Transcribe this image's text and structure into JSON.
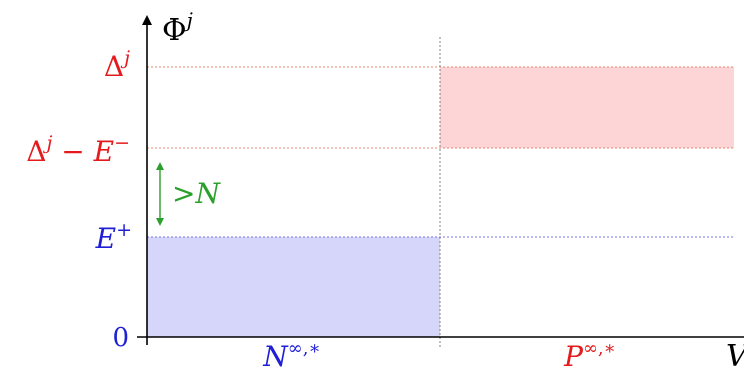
{
  "axes": {
    "y_label_base": "Φ",
    "y_label_sup": "j",
    "x_label": "V"
  },
  "y_ticks": [
    {
      "key": "delta_j",
      "base": "Δ",
      "sup": "j",
      "suffix": "",
      "color": "#e41a1c"
    },
    {
      "key": "delta_j_minus_e",
      "base": "Δ",
      "sup": "j",
      "suffix": " − E",
      "suffix_sup": "−",
      "color": "#e41a1c"
    },
    {
      "key": "e_plus",
      "base": "E",
      "sup": "+",
      "suffix": "",
      "color": "#1f1fd6"
    },
    {
      "key": "zero",
      "base": "0",
      "sup": "",
      "suffix": "",
      "color": "#1f1fd6"
    }
  ],
  "regions": {
    "left": {
      "base": "N",
      "sup": "∞,∗",
      "color": "#1f1fd6",
      "fill": "#d6d6fb"
    },
    "right": {
      "base": "P",
      "sup": "∞,∗",
      "color": "#e41a1c",
      "fill": "#fdd5d6"
    }
  },
  "gap_annotation": {
    "text_prefix": ">",
    "text_var": "N",
    "color": "#2ca02c"
  },
  "colors": {
    "axis": "#000000",
    "divider": "#808080",
    "red_guide": "#e8876f",
    "blue_guide": "#7777e8"
  }
}
